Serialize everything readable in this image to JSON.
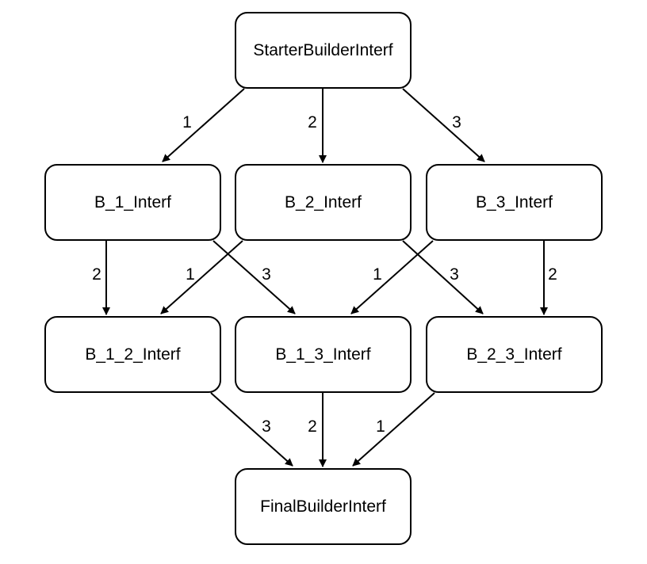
{
  "nodes": {
    "starter": "StarterBuilderInterf",
    "b1": "B_1_Interf",
    "b2": "B_2_Interf",
    "b3": "B_3_Interf",
    "b12": "B_1_2_Interf",
    "b13": "B_1_3_Interf",
    "b23": "B_2_3_Interf",
    "final": "FinalBuilderInterf"
  },
  "edges": [
    {
      "from": "StarterBuilderInterf",
      "to": "B_1_Interf",
      "label": "1"
    },
    {
      "from": "StarterBuilderInterf",
      "to": "B_2_Interf",
      "label": "2"
    },
    {
      "from": "StarterBuilderInterf",
      "to": "B_3_Interf",
      "label": "3"
    },
    {
      "from": "B_1_Interf",
      "to": "B_1_2_Interf",
      "label": "2"
    },
    {
      "from": "B_1_Interf",
      "to": "B_1_3_Interf",
      "label": "3"
    },
    {
      "from": "B_2_Interf",
      "to": "B_1_2_Interf",
      "label": "1"
    },
    {
      "from": "B_2_Interf",
      "to": "B_2_3_Interf",
      "label": "3"
    },
    {
      "from": "B_3_Interf",
      "to": "B_1_3_Interf",
      "label": "1"
    },
    {
      "from": "B_3_Interf",
      "to": "B_2_3_Interf",
      "label": "2"
    },
    {
      "from": "B_1_2_Interf",
      "to": "FinalBuilderInterf",
      "label": "3"
    },
    {
      "from": "B_1_3_Interf",
      "to": "FinalBuilderInterf",
      "label": "2"
    },
    {
      "from": "B_2_3_Interf",
      "to": "FinalBuilderInterf",
      "label": "1"
    }
  ]
}
